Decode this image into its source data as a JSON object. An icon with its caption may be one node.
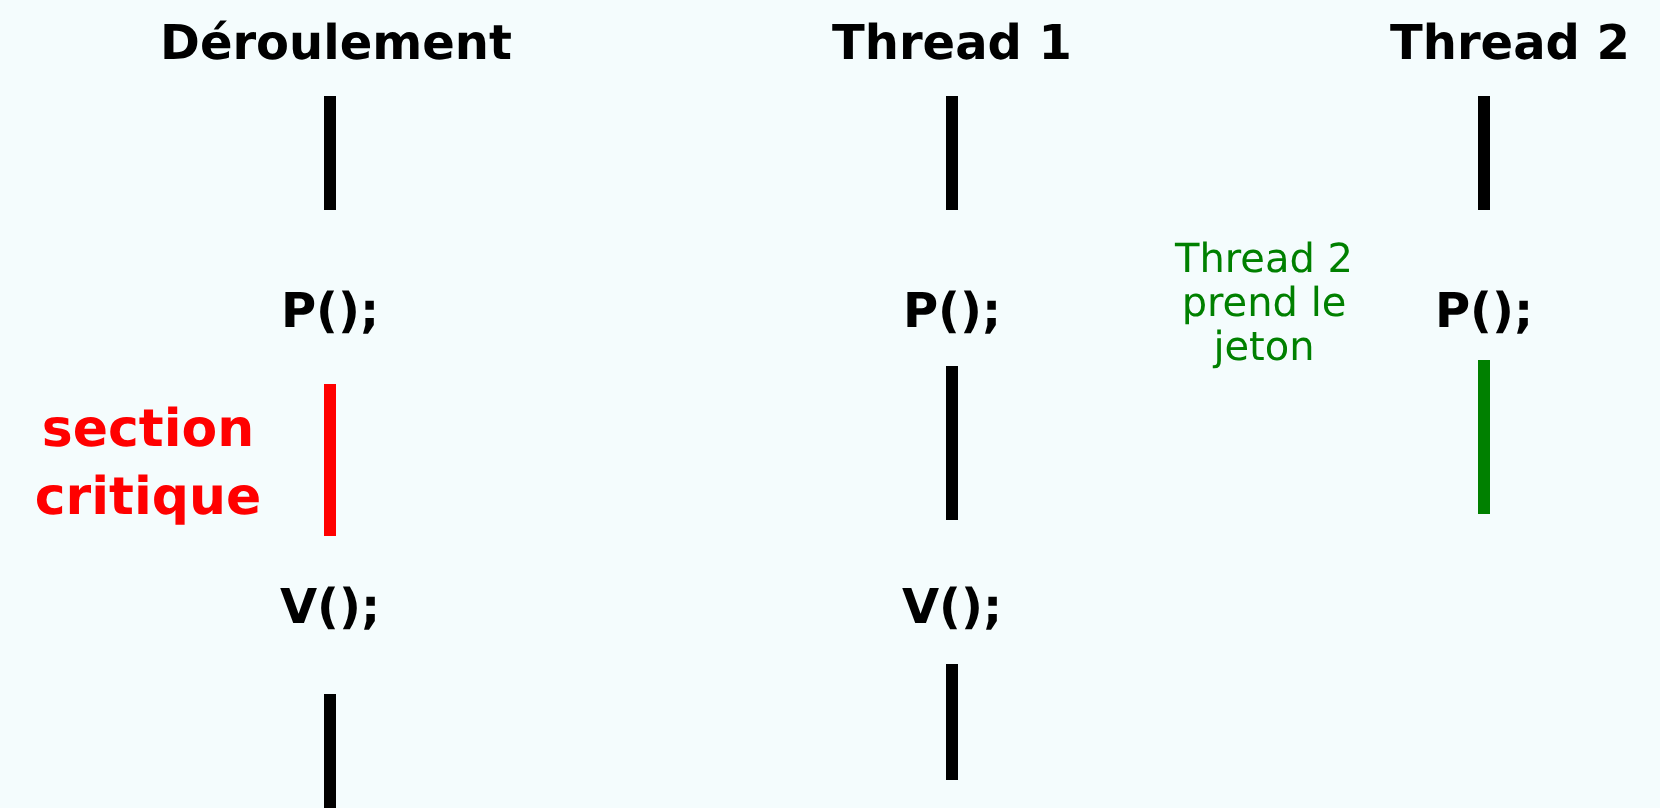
{
  "diagram": {
    "labels": [
      "Déroulement",
      "Thread 1",
      "Thread 2",
      "P();",
      "P();",
      "Thread 2 prend le jeton",
      "P();",
      "section critique",
      "V();",
      "V();"
    ]
  }
}
